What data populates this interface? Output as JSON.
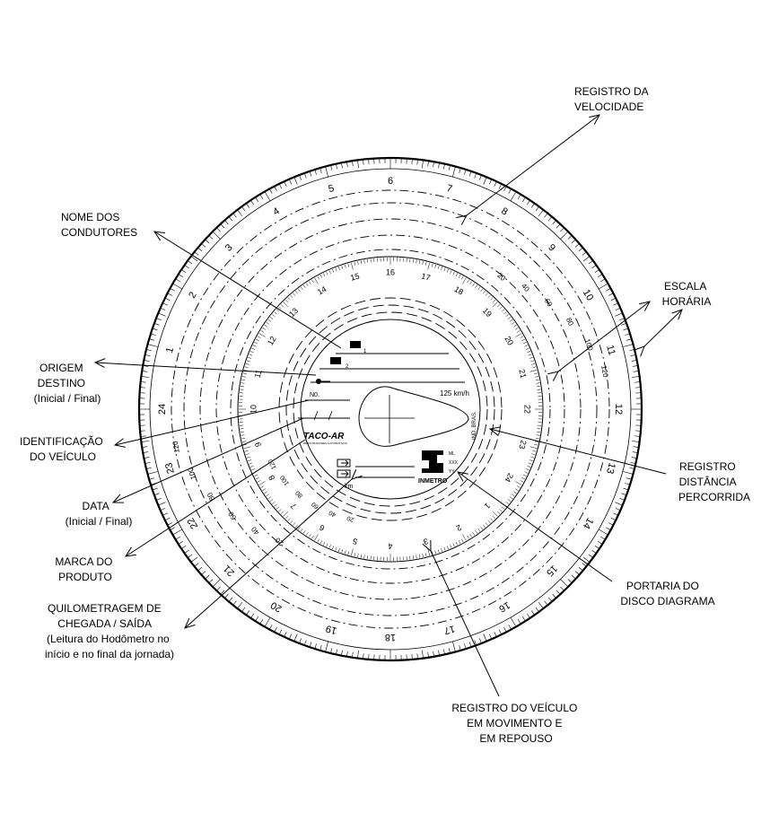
{
  "labels": {
    "registro_velocidade": [
      "REGISTRO DA",
      "VELOCIDADE"
    ],
    "nome_condutores": [
      "NOME DOS",
      "CONDUTORES"
    ],
    "escala_horaria": [
      "ESCALA",
      "HORÁRIA"
    ],
    "origem_destino": [
      "ORIGEM",
      "DESTINO",
      "(Inicial / Final)"
    ],
    "identificacao_veiculo": [
      "IDENTIFICAÇÃO",
      "DO VEÍCULO"
    ],
    "registro_distancia": [
      "REGISTRO",
      "DISTÂNCIA",
      "PERCORRIDA"
    ],
    "data": [
      "DATA",
      "(Inicial / Final)"
    ],
    "marca_produto": [
      "MARCA DO",
      "PRODUTO"
    ],
    "portaria_disco": [
      "PORTARIA DO",
      "DISCO DIAGRAMA"
    ],
    "quilometragem": [
      "QUILOMETRAGEM DE",
      "CHEGADA / SAÍDA",
      "(Leitura do Hodômetro no",
      "início e no final da jornada)"
    ],
    "registro_veiculo": [
      "REGISTRO DO VEÍCULO",
      "EM MOVIMENTO E",
      "EM REPOUSO"
    ]
  },
  "disc": {
    "outer_hours": [
      "6",
      "7",
      "8",
      "9",
      "10",
      "11",
      "12",
      "13",
      "14",
      "15",
      "16",
      "17",
      "18",
      "19",
      "20",
      "21",
      "22",
      "23",
      "24",
      "1",
      "2",
      "3",
      "4",
      "5"
    ],
    "inner_hours": [
      "6",
      "7",
      "8",
      "9",
      "10",
      "11",
      "12",
      "13",
      "14",
      "15",
      "16",
      "17",
      "18",
      "19",
      "20",
      "21",
      "22",
      "23",
      "24",
      "1",
      "2",
      "3",
      "4",
      "5"
    ],
    "outer_speeds": [
      "20",
      "40",
      "60",
      "80",
      "100",
      "120"
    ],
    "inner_speeds": [
      "20",
      "40",
      "60",
      "80",
      "100",
      "120"
    ],
    "speed_label": "125 km/h",
    "no_label": "N0.",
    "brand": "TACO-AR",
    "brand_sub": "REGISTRADORES AUTOMOTIVOS",
    "inmetro": "INMETRO",
    "ml": "ML",
    "xxx": "XXX",
    "yy": "YY",
    "km": "km",
    "ind": "IND. BRAS.",
    "driver_1": "1",
    "driver_2": "2"
  }
}
